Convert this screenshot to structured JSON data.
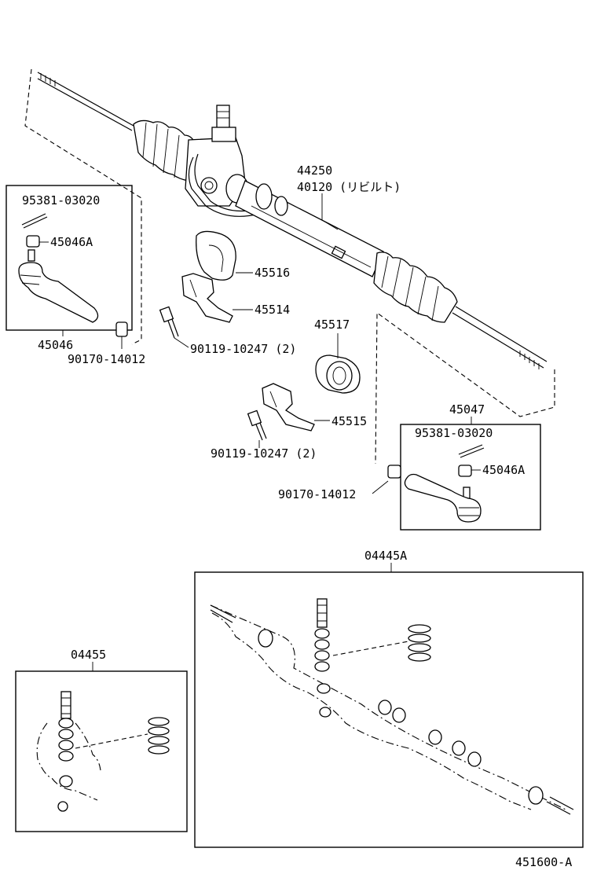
{
  "diagram": {
    "labels": {
      "p44250": "44250",
      "p40120": "40120 (リビルト)",
      "p95381_left": "95381-03020",
      "p45046A_left": "45046A",
      "p45046": "45046",
      "p90170_left": "90170-14012",
      "p45516": "45516",
      "p45514": "45514",
      "p90119_upper": "90119-10247 (2)",
      "p45517": "45517",
      "p45515": "45515",
      "p90119_lower": "90119-10247 (2)",
      "p45047": "45047",
      "p95381_right": "95381-03020",
      "p45046A_right": "45046A",
      "p90170_right": "90170-14012",
      "p04445A": "04445A",
      "p04455": "04455",
      "figure_id": "451600-A"
    }
  }
}
